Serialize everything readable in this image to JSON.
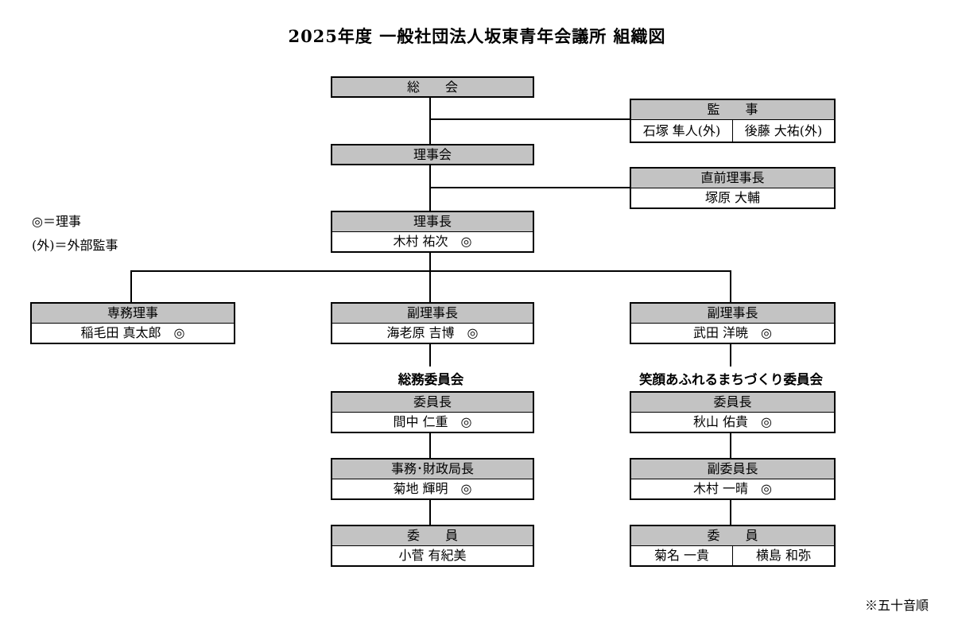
{
  "title": "2025年度 一般社団法人坂東青年会議所 組織図",
  "legend": {
    "line1": "◎＝理事",
    "line2": "(外)＝外部監事"
  },
  "footnote": "※五十音順",
  "colors": {
    "header_fill": "#c3c3c3",
    "border": "#000000"
  },
  "nodes": {
    "general_assembly": {
      "title": "総　　会"
    },
    "auditors": {
      "title": "監　　事",
      "members": [
        "石塚 隼人(外)",
        "後藤 大祐(外)"
      ]
    },
    "board_of_directors": {
      "title": "理事会"
    },
    "immediate_past_president": {
      "title": "直前理事長",
      "name": "塚原 大輔"
    },
    "president": {
      "title": "理事長",
      "name": "木村 祐次　◎"
    },
    "executive_director": {
      "title": "専務理事",
      "name": "稲毛田 真太郎　◎"
    },
    "vice_president_1": {
      "title": "副理事長",
      "name": "海老原 吉博　◎"
    },
    "vice_president_2": {
      "title": "副理事長",
      "name": "武田 洋暁　◎"
    },
    "committee_1": {
      "name": "総務委員会",
      "chair": {
        "title": "委員長",
        "name": "間中 仁重　◎"
      },
      "secretariat": {
        "title": "事務･財政局長",
        "name": "菊地 輝明　◎"
      },
      "members_box": {
        "title": "委　　員",
        "members": [
          "小菅 有紀美"
        ]
      }
    },
    "committee_2": {
      "name": "笑顔あふれるまちづくり委員会",
      "chair": {
        "title": "委員長",
        "name": "秋山 佑貴　◎"
      },
      "vice_chair": {
        "title": "副委員長",
        "name": "木村 一晴　◎"
      },
      "members_box": {
        "title": "委　　員",
        "members": [
          "菊名 一貴",
          "横島 和弥"
        ]
      }
    }
  }
}
